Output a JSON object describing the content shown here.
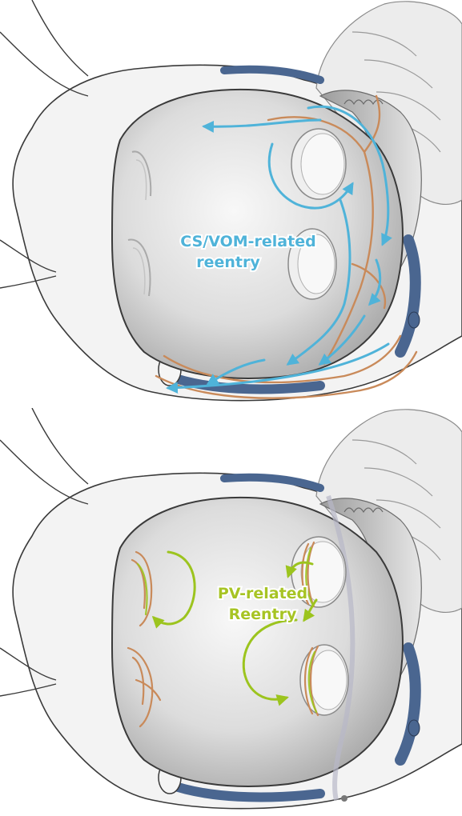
{
  "panels": [
    {
      "id": "top",
      "label_lines": [
        "CS/VOM-related",
        "reentry"
      ],
      "label_color": "#4fb3d9",
      "pathway_color": "#4fb3d9",
      "muscle_color": "#c98a5a"
    },
    {
      "id": "bottom",
      "label_lines": [
        "PV-related",
        "Reentry"
      ],
      "label_color": "#a7c424",
      "pathway_color": "#9cc41e",
      "muscle_color": "#c98a5a"
    }
  ],
  "colors": {
    "vessel": "#4a6690",
    "tissue": "#f2f2f2",
    "outline": "#3a3a3a",
    "appendage": "#e4e4e4",
    "ridge": "#9a9a9a"
  }
}
